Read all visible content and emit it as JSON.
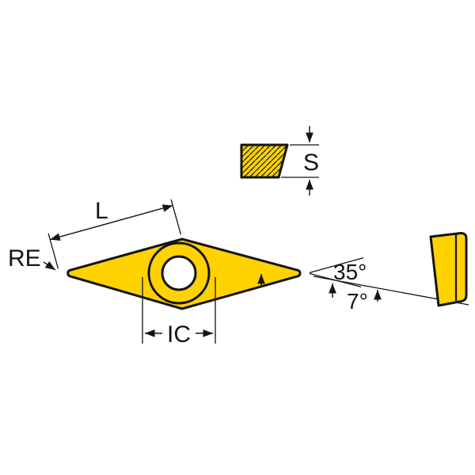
{
  "diagram": {
    "labels": {
      "length": "L",
      "corner_radius": "RE",
      "inscribed_circle": "IC",
      "point_angle": "35°",
      "clearance_angle": "7°",
      "thickness": "S"
    },
    "colors": {
      "insert_fill": "#FFD200",
      "outline": "#141414",
      "hole_fill": "#FFFFFF",
      "background": "#FFFFFF"
    }
  }
}
